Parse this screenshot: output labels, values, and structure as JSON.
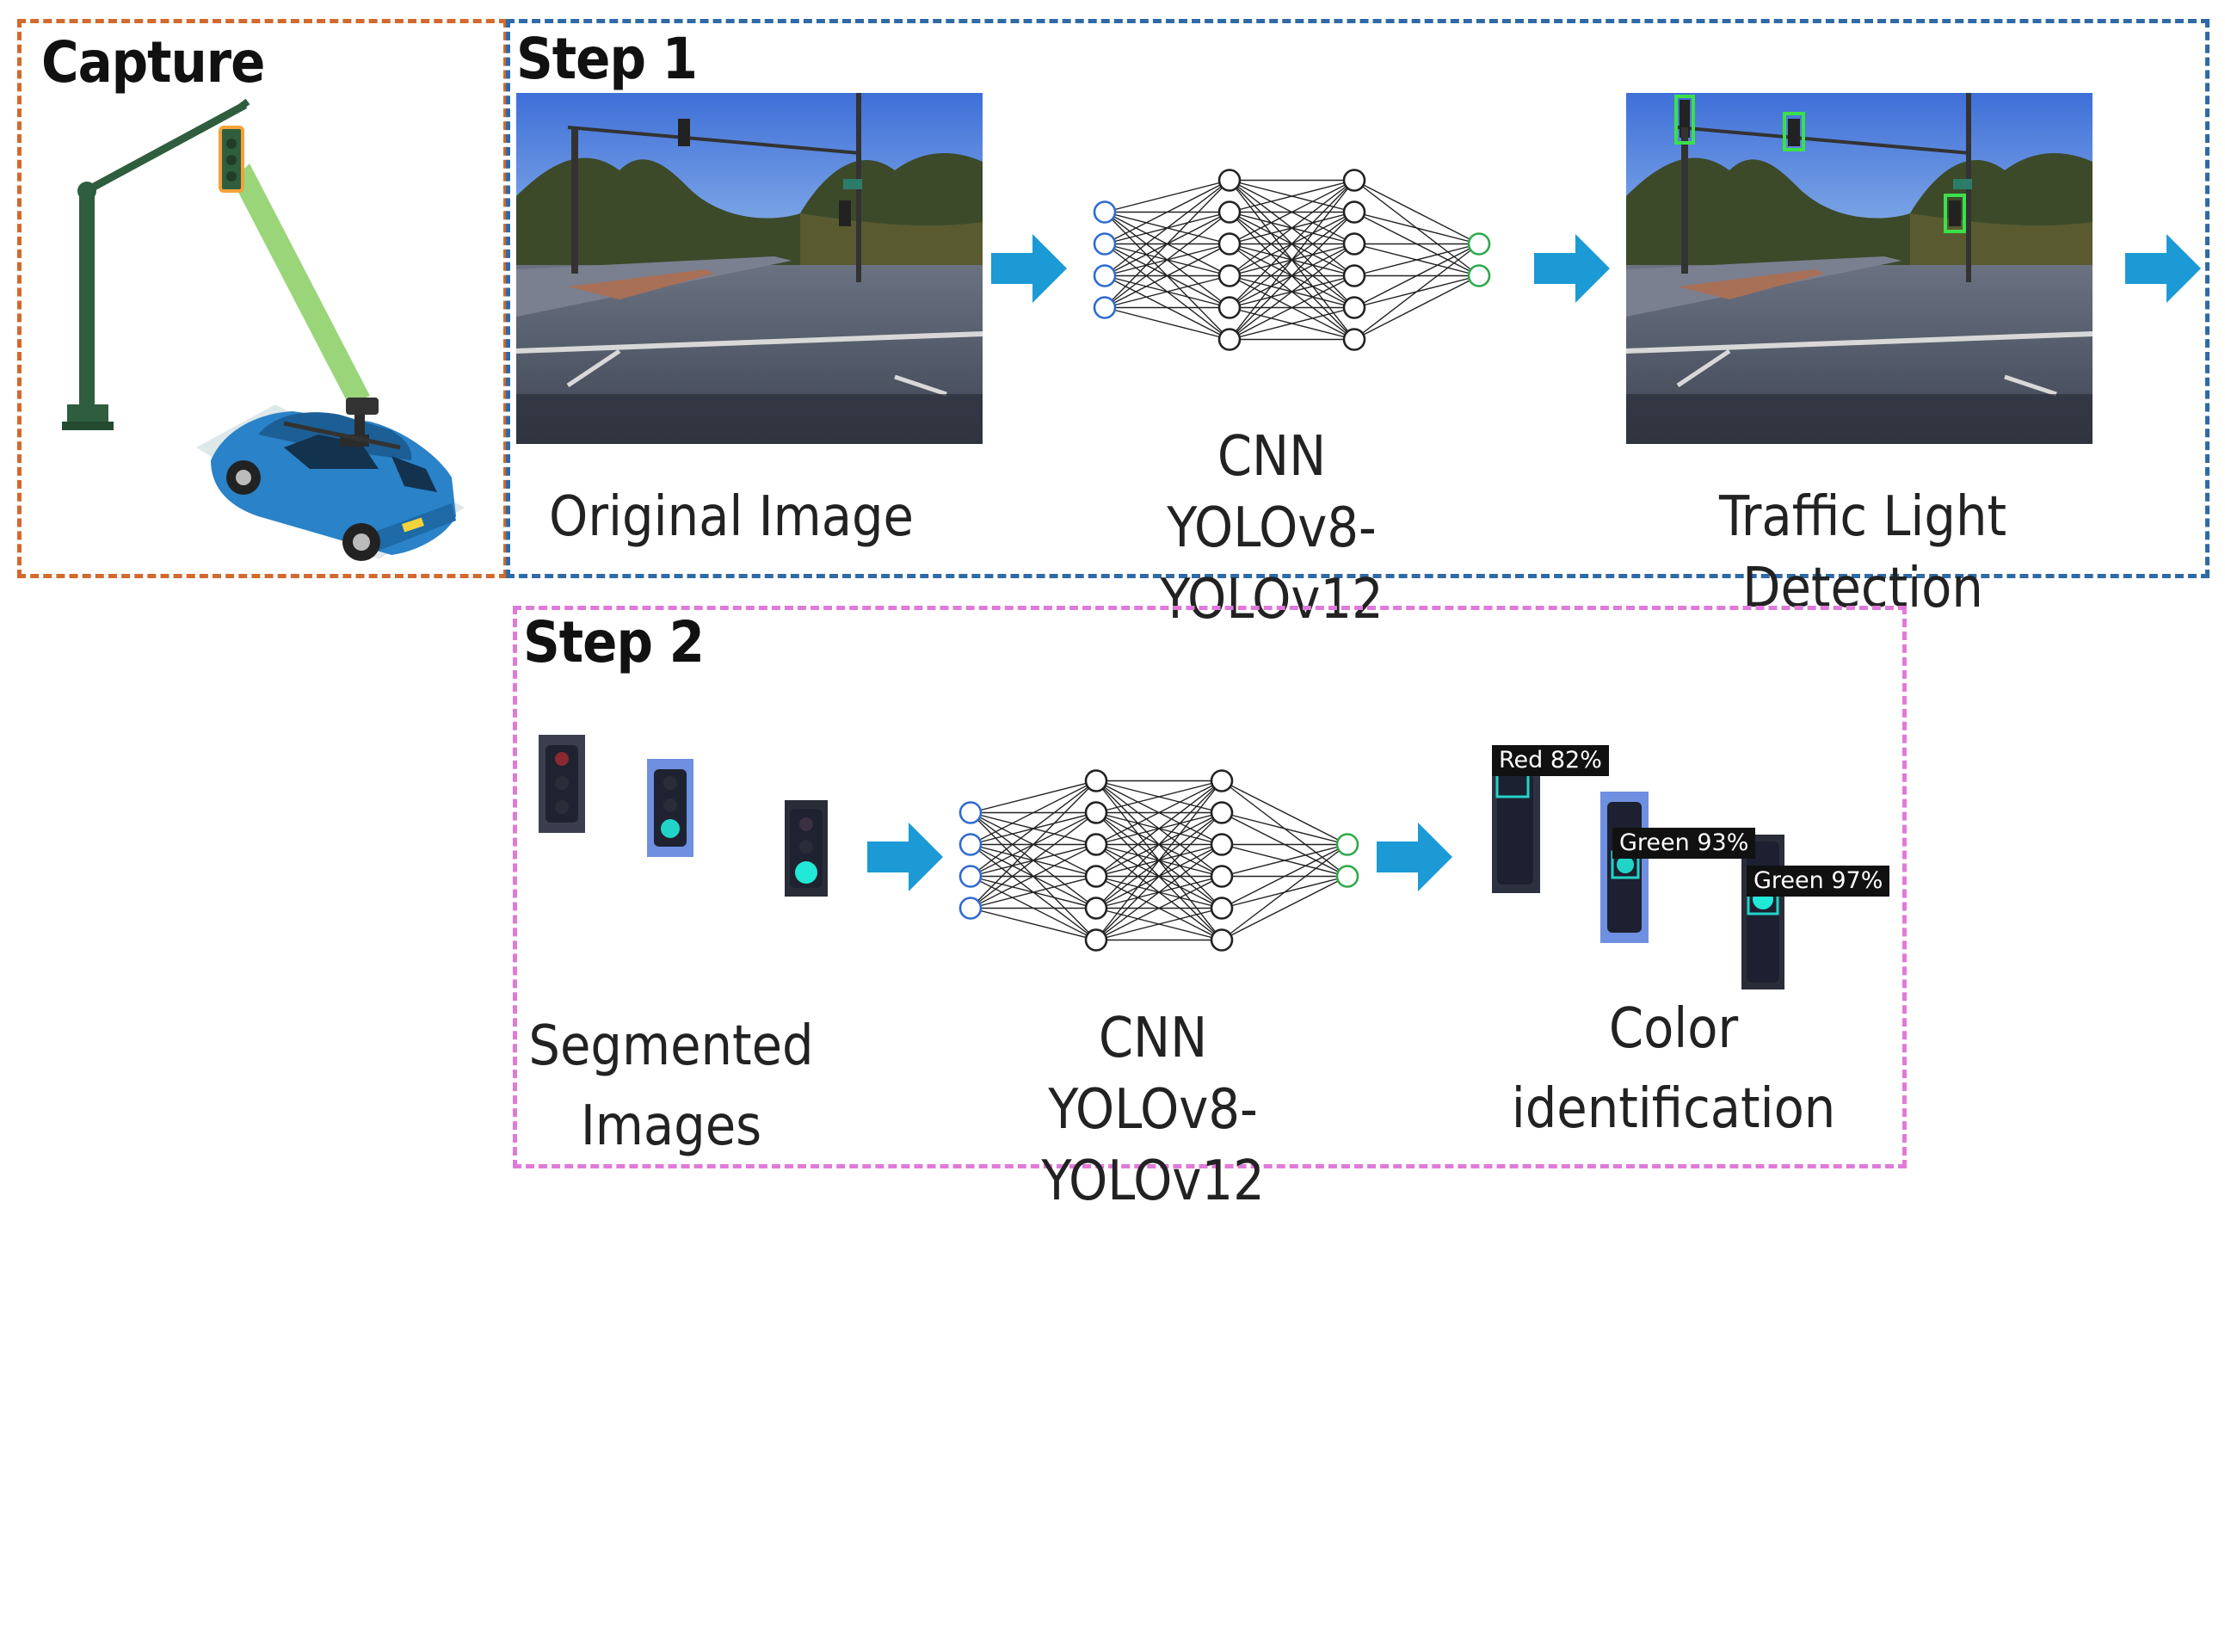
{
  "capture": {
    "title": "Capture"
  },
  "step1": {
    "title": "Step 1",
    "original_caption": "Original Image",
    "cnn_caption_line1": "CNN",
    "cnn_caption_line2": "YOLOv8-YOLOv12",
    "detection_caption": "Traffic Light Detection"
  },
  "step2": {
    "title": "Step 2",
    "segmented_caption_line1": "Segmented",
    "segmented_caption_line2": "Images",
    "cnn_caption_line1": "CNN",
    "cnn_caption_line2": "YOLOv8-YOLOv12",
    "color_caption_line1": "Color",
    "color_caption_line2": "identification",
    "detections": [
      {
        "label": "Red 82%"
      },
      {
        "label": "Green 93%"
      },
      {
        "label": "Green 97%"
      }
    ]
  },
  "colors": {
    "capture_border": "#d2692e",
    "step1_border": "#2f6aa6",
    "step2_border": "#e07ad8",
    "arrow": "#1c9ad6",
    "nn_input": "#2f6ad0",
    "nn_output": "#2fa84a"
  }
}
